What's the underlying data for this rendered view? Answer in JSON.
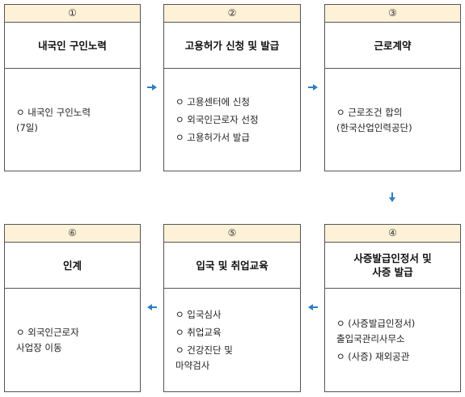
{
  "steps": [
    {
      "num": "①",
      "title": "내국인 구인노력",
      "items": [
        "ㅇ  내국인 구인노력\n     (7일)"
      ]
    },
    {
      "num": "②",
      "title": "고용허가 신청 및 발급",
      "items": [
        "ㅇ  고용센터에 신청",
        "ㅇ  외국인근로자 선정",
        "ㅇ  고용허가서 발급"
      ]
    },
    {
      "num": "③",
      "title": "근로계약",
      "items": [
        "ㅇ  근로조건 합의\n     (한국산업인력공단)"
      ]
    },
    {
      "num": "④",
      "title": "사증발급인정서 및\n사증 발급",
      "items": [
        "ㅇ  (사증발급인정서)\n     출입국관리사무소",
        "ㅇ  (사증) 재외공관"
      ]
    },
    {
      "num": "⑤",
      "title": "입국 및 취업교육",
      "items": [
        "ㅇ  입국심사",
        "ㅇ  취업교육",
        "ㅇ  건강진단 및\n     마약검사"
      ]
    },
    {
      "num": "⑥",
      "title": "인계",
      "items": [
        "ㅇ  외국인근로자\n     사업장 이동"
      ]
    }
  ],
  "colors": {
    "header_bg": "#fdf1d8",
    "border": "#555555",
    "arrow": "#2d7fc4"
  },
  "arrow_icon": "arrow-icon"
}
